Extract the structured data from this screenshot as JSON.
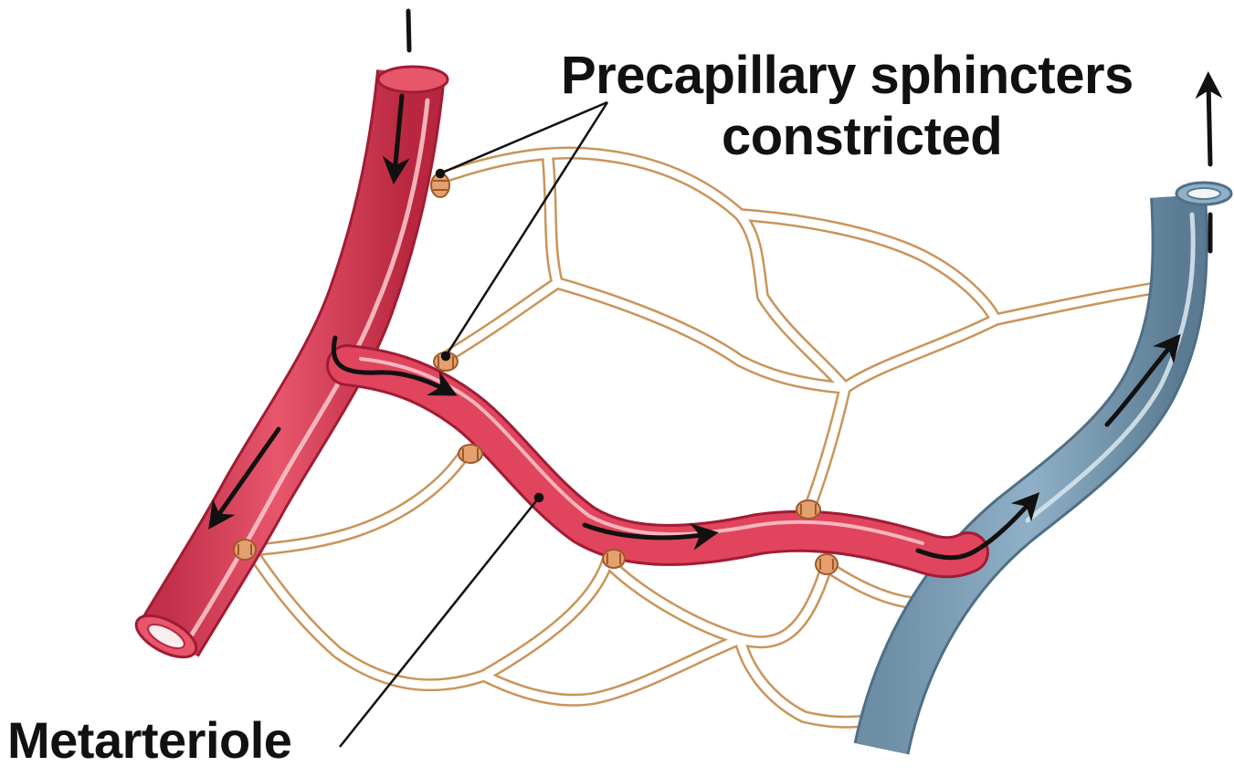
{
  "labels": {
    "sphincters_line1": "Precapillary sphincters",
    "sphincters_line2": "constricted",
    "metarteriole": "Metarteriole"
  },
  "colors": {
    "arteriole": "#e0455d",
    "arteriole_dark": "#b8263f",
    "arteriole_highlight": "#f8c2c8",
    "venule": "#7c9fb6",
    "venule_dark": "#5b7b92",
    "venule_highlight": "#d4e3ec",
    "capillary_outline": "#c9955a",
    "capillary_fill": "#ffffff",
    "sphincter": "#e5a070",
    "arrow": "#111111",
    "leader_line": "#111111"
  },
  "icons": [
    "flow-arrow-icon",
    "sphincter-icon"
  ]
}
